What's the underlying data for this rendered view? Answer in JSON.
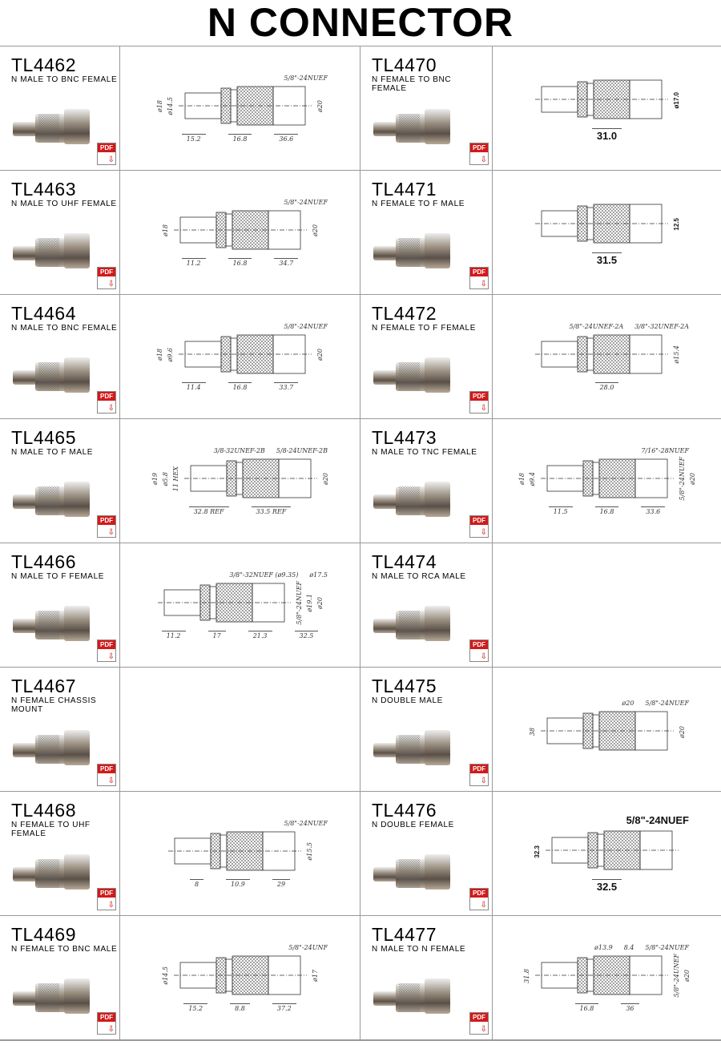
{
  "title": "N CONNECTOR",
  "pdf_label": "PDF",
  "products": [
    {
      "code": "TL4462",
      "desc": "N MALE TO BNC FEMALE",
      "drawing": {
        "threads": [
          "5/8\"-24NUEF"
        ],
        "left": [
          "ø18",
          "ø14.5"
        ],
        "right": [
          "ø20"
        ],
        "lengths": [
          "15.2",
          "16.8",
          "36.6"
        ]
      }
    },
    {
      "code": "TL4470",
      "desc": "N FEMALE TO BNC FEMALE",
      "drawing": {
        "bold": true,
        "threads": [],
        "left": [],
        "right": [
          "ø17.0"
        ],
        "lengths": [
          "31.0"
        ]
      }
    },
    {
      "code": "TL4463",
      "desc": "N MALE TO UHF FEMALE",
      "drawing": {
        "threads": [
          "5/8\"-24NUEF"
        ],
        "left": [
          "ø18"
        ],
        "right": [
          "ø20"
        ],
        "lengths": [
          "11.2",
          "16.8",
          "34.7"
        ]
      }
    },
    {
      "code": "TL4471",
      "desc": "N FEMALE TO F MALE",
      "drawing": {
        "bold": true,
        "threads": [],
        "left": [],
        "right": [
          "12.5"
        ],
        "lengths": [
          "31.5"
        ]
      }
    },
    {
      "code": "TL4464",
      "desc": "N MALE TO BNC FEMALE",
      "drawing": {
        "threads": [
          "5/8\"-24NUEF"
        ],
        "left": [
          "ø18",
          "ø9.6"
        ],
        "right": [
          "ø20"
        ],
        "lengths": [
          "11.4",
          "16.8",
          "33.7"
        ]
      }
    },
    {
      "code": "TL4472",
      "desc": "N FEMALE TO F FEMALE",
      "drawing": {
        "threads": [
          "5/8\"-24UNEF-2A",
          "3/8\"-32UNEF-2A"
        ],
        "left": [],
        "right": [
          "ø15.4"
        ],
        "lengths": [
          "28.0"
        ]
      }
    },
    {
      "code": "TL4465",
      "desc": "N MALE TO F MALE",
      "drawing": {
        "threads": [
          "3/8-32UNEF-2B",
          "5/8-24UNEF-2B"
        ],
        "left": [
          "ø19",
          "ø5.8",
          "11 HEX"
        ],
        "right": [
          "ø20"
        ],
        "lengths": [
          "32.8 REF",
          "33.5 REF"
        ]
      }
    },
    {
      "code": "TL4473",
      "desc": "N MALE TO TNC FEMALE",
      "drawing": {
        "threads": [
          "7/16\"-28NUEF"
        ],
        "left": [
          "ø18",
          "ø9.4"
        ],
        "right": [
          "5/8\"-24NUEF",
          "ø20"
        ],
        "lengths": [
          "11.5",
          "16.8",
          "33.6"
        ]
      }
    },
    {
      "code": "TL4466",
      "desc": "N MALE TO F FEMALE",
      "drawing": {
        "threads": [
          "3/8\"-32NUEF (ø9.35)",
          "ø17.5"
        ],
        "left": [],
        "right": [
          "5/8\"-24NUEF",
          "ø19.1",
          "ø20"
        ],
        "lengths": [
          "11.2",
          "17",
          "21.3",
          "32.5"
        ]
      }
    },
    {
      "code": "TL4474",
      "desc": "N MALE TO RCA MALE",
      "drawing": null
    },
    {
      "code": "TL4467",
      "desc": "N FEMALE CHASSIS MOUNT",
      "drawing": null
    },
    {
      "code": "TL4475",
      "desc": "N DOUBLE MALE",
      "drawing": {
        "bold": false,
        "threads": [
          "ø20",
          "5/8\"-24NUEF"
        ],
        "left": [
          "38"
        ],
        "right": [
          "ø20"
        ],
        "lengths": []
      }
    },
    {
      "code": "TL4468",
      "desc": "N FEMALE TO UHF FEMALE",
      "drawing": {
        "threads": [
          "5/8\"-24NUEF"
        ],
        "left": [],
        "right": [
          "ø15.5"
        ],
        "lengths": [
          "8",
          "10.9",
          "29"
        ]
      }
    },
    {
      "code": "TL4476",
      "desc": "N DOUBLE FEMALE",
      "drawing": {
        "bold": true,
        "threads": [
          "5/8\"-24NUEF"
        ],
        "left": [
          "32.3"
        ],
        "right": [],
        "lengths": [
          "32.5"
        ]
      }
    },
    {
      "code": "TL4469",
      "desc": "N FEMALE TO BNC MALE",
      "drawing": {
        "threads": [
          "5/8\"-24UNF"
        ],
        "left": [
          "ø14.5"
        ],
        "right": [
          "ø17"
        ],
        "lengths": [
          "15.2",
          "8.8",
          "37.2"
        ]
      }
    },
    {
      "code": "TL4477",
      "desc": "N MALE TO N FEMALE",
      "drawing": {
        "threads": [
          "ø13.9",
          "8.4",
          "5/8\"-24NUEF"
        ],
        "left": [
          "31.8"
        ],
        "right": [
          "5/8\"-24UNEF",
          "ø20"
        ],
        "lengths": [
          "16.8",
          "36"
        ]
      }
    }
  ]
}
